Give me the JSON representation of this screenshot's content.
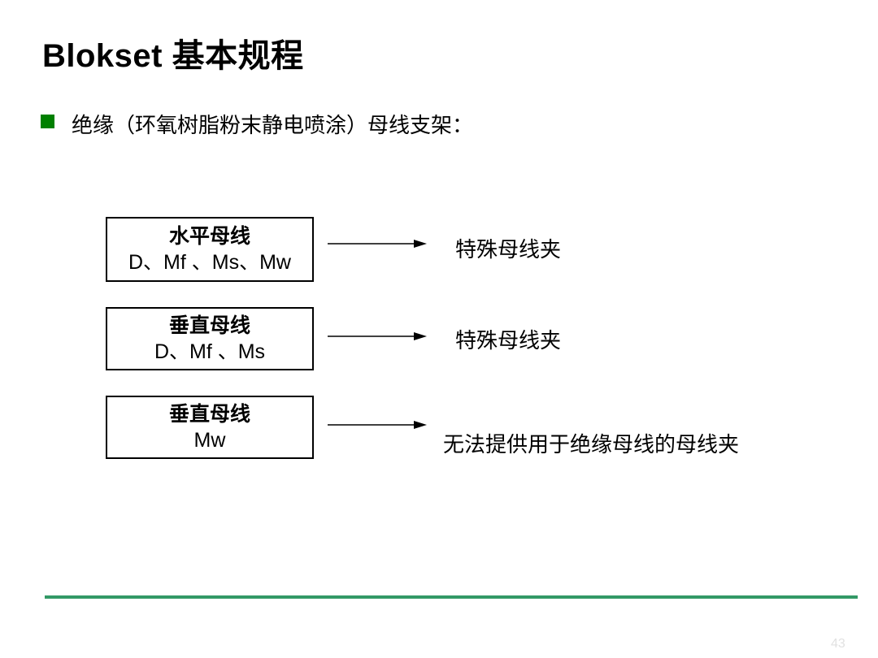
{
  "slide": {
    "title": "Blokset 基本规程",
    "bullet": {
      "text": "绝缘（环氧树脂粉末静电喷涂）母线支架："
    },
    "rows": [
      {
        "box_line1": "水平母线",
        "box_line2": "D、Mf 、Ms、Mw",
        "result": "特殊母线夹"
      },
      {
        "box_line1": "垂直母线",
        "box_line2": "D、Mf 、Ms",
        "result": "特殊母线夹"
      },
      {
        "box_line1": "垂直母线",
        "box_line2": "Mw",
        "result": "无法提供用于绝缘母线的母线夹"
      }
    ],
    "footer": {
      "page_mark": "43"
    },
    "colors": {
      "bullet_green": "#008000",
      "divider_green": "#339966",
      "text_black": "#000000",
      "background": "#ffffff"
    }
  }
}
